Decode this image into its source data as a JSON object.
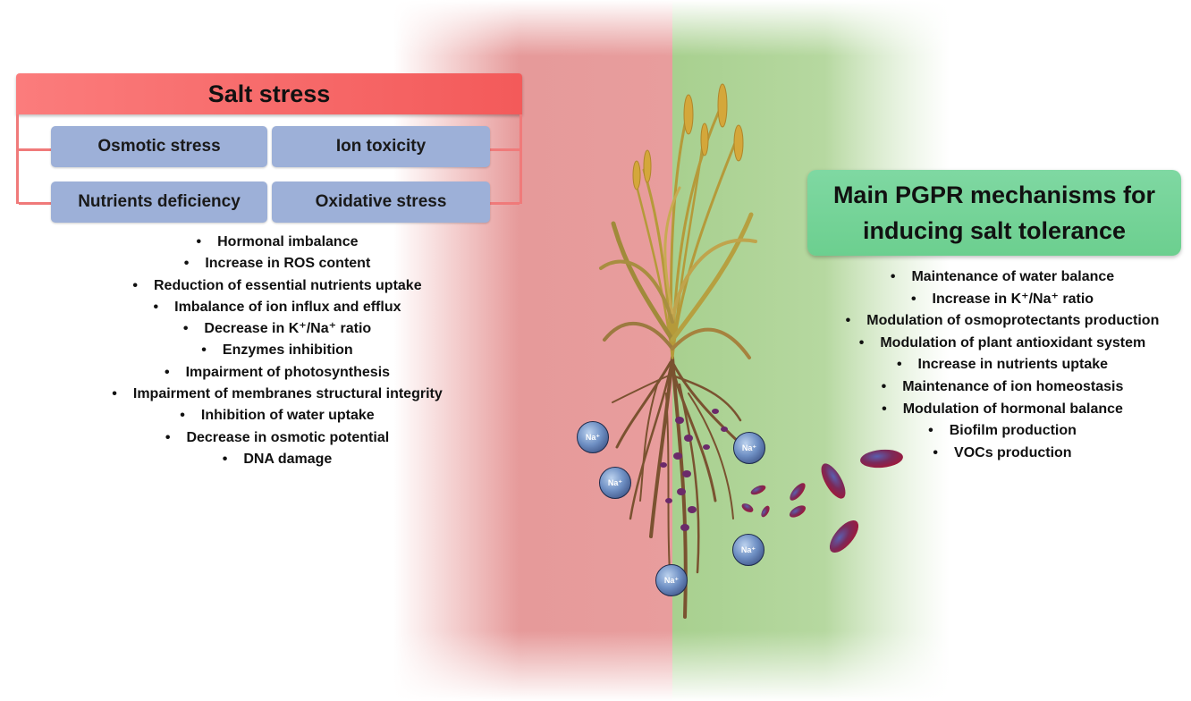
{
  "salt_stress": {
    "title": "Salt stress",
    "boxes": [
      "Osmotic stress",
      "Ion toxicity",
      "Nutrients deficiency",
      "Oxidative stress"
    ],
    "effects": [
      "Hormonal imbalance",
      "Increase in ROS content",
      "Reduction of essential nutrients uptake",
      "Imbalance of ion influx and efflux",
      "Decrease in K⁺/Na⁺ ratio",
      "Enzymes inhibition",
      "Impairment of photosynthesis",
      "Impairment of membranes structural integrity",
      "Inhibition of water uptake",
      "Decrease in osmotic potential",
      "DNA damage"
    ]
  },
  "pgpr": {
    "title_line1": "Main PGPR mechanisms for",
    "title_line2": "inducing salt tolerance",
    "mechanisms": [
      "Maintenance of water balance",
      "Increase in K⁺/Na⁺ ratio",
      "Modulation of osmoprotectants production",
      "Modulation of plant antioxidant system",
      "Increase in nutrients uptake",
      "Maintenance of ion homeostasis",
      "Modulation of hormonal balance",
      "Biofilm production",
      "VOCs production"
    ]
  },
  "ions": {
    "label": "Na⁺",
    "count": 5
  },
  "colors": {
    "salt_header": "#f35a5a",
    "stress_box": "#9db0d8",
    "pgpr_box": "#6ccf8f",
    "red_zone": "#e89a9a",
    "green_zone": "#a6cf8c",
    "bacteria": "#8b1a3c"
  }
}
